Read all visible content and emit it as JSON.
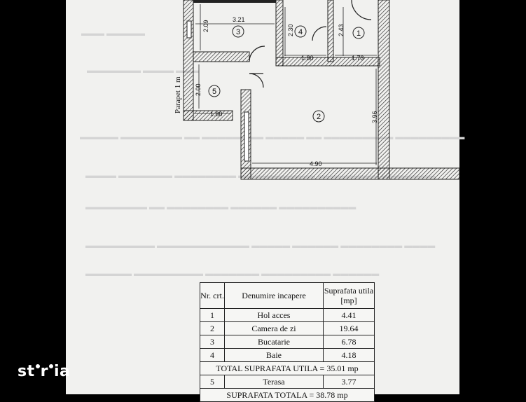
{
  "plan": {
    "dims": [
      "3.21",
      "2.09",
      "2.30",
      "2.43",
      "1.80",
      "1.73",
      "2.00",
      "1.80",
      "3.96",
      "4.90"
    ],
    "rooms": [
      "3",
      "4",
      "1",
      "5",
      "2"
    ],
    "parapet": "Parapet 1 m"
  },
  "table": {
    "headers": [
      "Nr. crt.",
      "Denumire incapere",
      "Suprafata utila [mp]"
    ],
    "rows": [
      {
        "nr": "1",
        "name": "Hol acces",
        "area": "4.41"
      },
      {
        "nr": "2",
        "name": "Camera de zi",
        "area": "19.64"
      },
      {
        "nr": "3",
        "name": "Bucatarie",
        "area": "6.78"
      },
      {
        "nr": "4",
        "name": "Baie",
        "area": "4.18"
      }
    ],
    "total": "TOTAL SUPRAFATA UTILA = 35.01 mp",
    "terrace": {
      "nr": "5",
      "name": "Terasa",
      "area": "3.77"
    },
    "grand_total": "SUPRAFATA TOTALA = 38.78 mp"
  },
  "watermark": {
    "prefix": "st",
    "middle": "r",
    "suffix": "ia"
  }
}
